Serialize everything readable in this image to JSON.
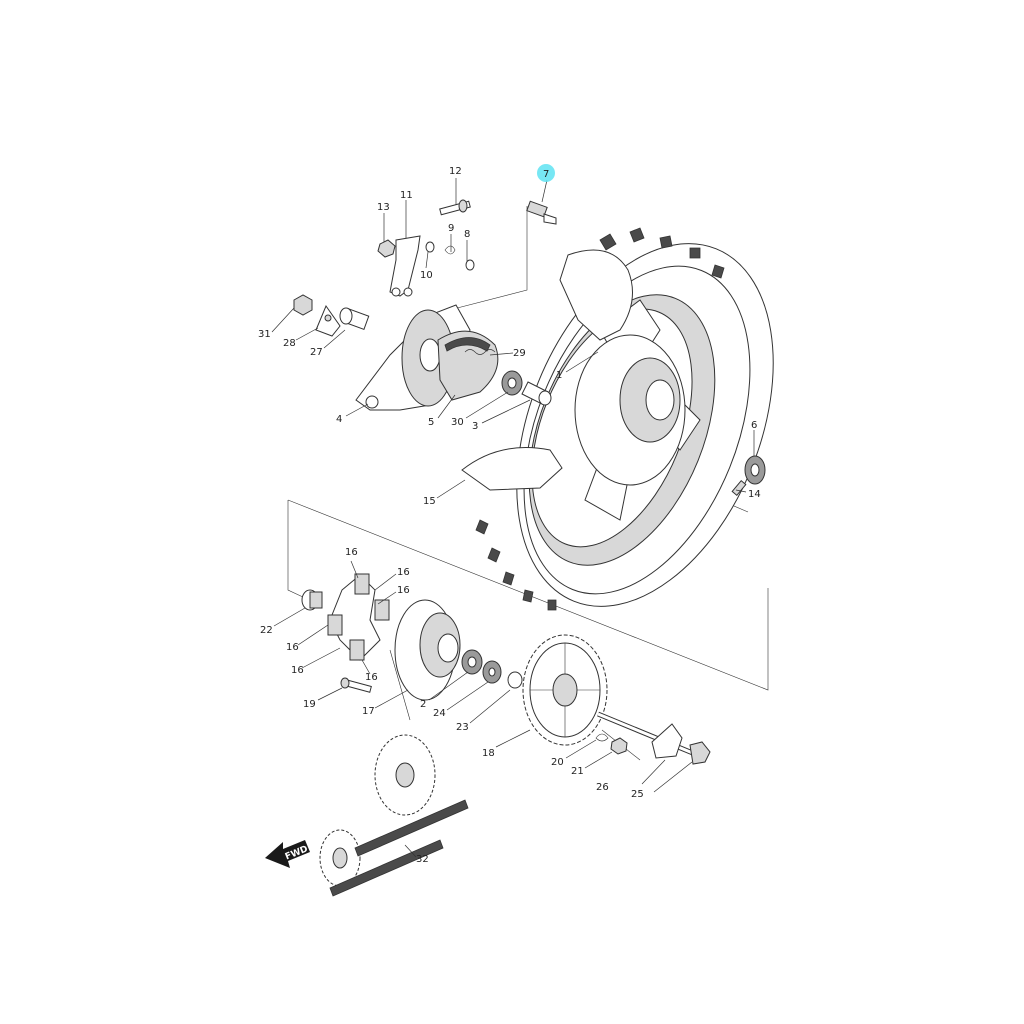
{
  "callouts": [
    {
      "id": "c1",
      "label": "1"
    },
    {
      "id": "c2",
      "label": "2"
    },
    {
      "id": "c3",
      "label": "3"
    },
    {
      "id": "c4",
      "label": "4"
    },
    {
      "id": "c5",
      "label": "5"
    },
    {
      "id": "c6",
      "label": "6"
    },
    {
      "id": "c7",
      "label": "7",
      "highlighted": true
    },
    {
      "id": "c8",
      "label": "8"
    },
    {
      "id": "c9",
      "label": "9"
    },
    {
      "id": "c10",
      "label": "10"
    },
    {
      "id": "c11",
      "label": "11"
    },
    {
      "id": "c12",
      "label": "12"
    },
    {
      "id": "c13",
      "label": "13"
    },
    {
      "id": "c14",
      "label": "14"
    },
    {
      "id": "c15",
      "label": "15"
    },
    {
      "id": "c16a",
      "label": "16"
    },
    {
      "id": "c16b",
      "label": "16"
    },
    {
      "id": "c16c",
      "label": "16"
    },
    {
      "id": "c16d",
      "label": "16"
    },
    {
      "id": "c16e",
      "label": "16"
    },
    {
      "id": "c16f",
      "label": "16"
    },
    {
      "id": "c17",
      "label": "17"
    },
    {
      "id": "c18",
      "label": "18"
    },
    {
      "id": "c19",
      "label": "19"
    },
    {
      "id": "c20",
      "label": "20"
    },
    {
      "id": "c21",
      "label": "21"
    },
    {
      "id": "c22",
      "label": "22"
    },
    {
      "id": "c23",
      "label": "23"
    },
    {
      "id": "c24",
      "label": "24"
    },
    {
      "id": "c25",
      "label": "25"
    },
    {
      "id": "c26",
      "label": "26"
    },
    {
      "id": "c27",
      "label": "27"
    },
    {
      "id": "c28",
      "label": "28"
    },
    {
      "id": "c29",
      "label": "29"
    },
    {
      "id": "c30",
      "label": "30"
    },
    {
      "id": "c31",
      "label": "31"
    },
    {
      "id": "c32",
      "label": "32"
    }
  ],
  "direction_marker": {
    "label": "FWD"
  },
  "colors": {
    "highlight": "#5fe3f2",
    "line": "#333333",
    "background": "#ffffff"
  }
}
